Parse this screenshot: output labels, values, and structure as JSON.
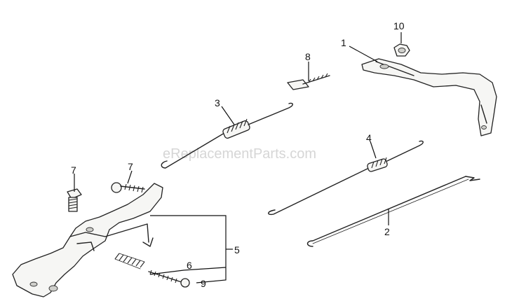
{
  "watermark": "eReplacementParts.com",
  "callouts": {
    "c1": "1",
    "c2": "2",
    "c3": "3",
    "c4": "4",
    "c5": "5",
    "c6": "6",
    "c7a": "7",
    "c7b": "7",
    "c8": "8",
    "c9": "9",
    "c10": "10"
  }
}
